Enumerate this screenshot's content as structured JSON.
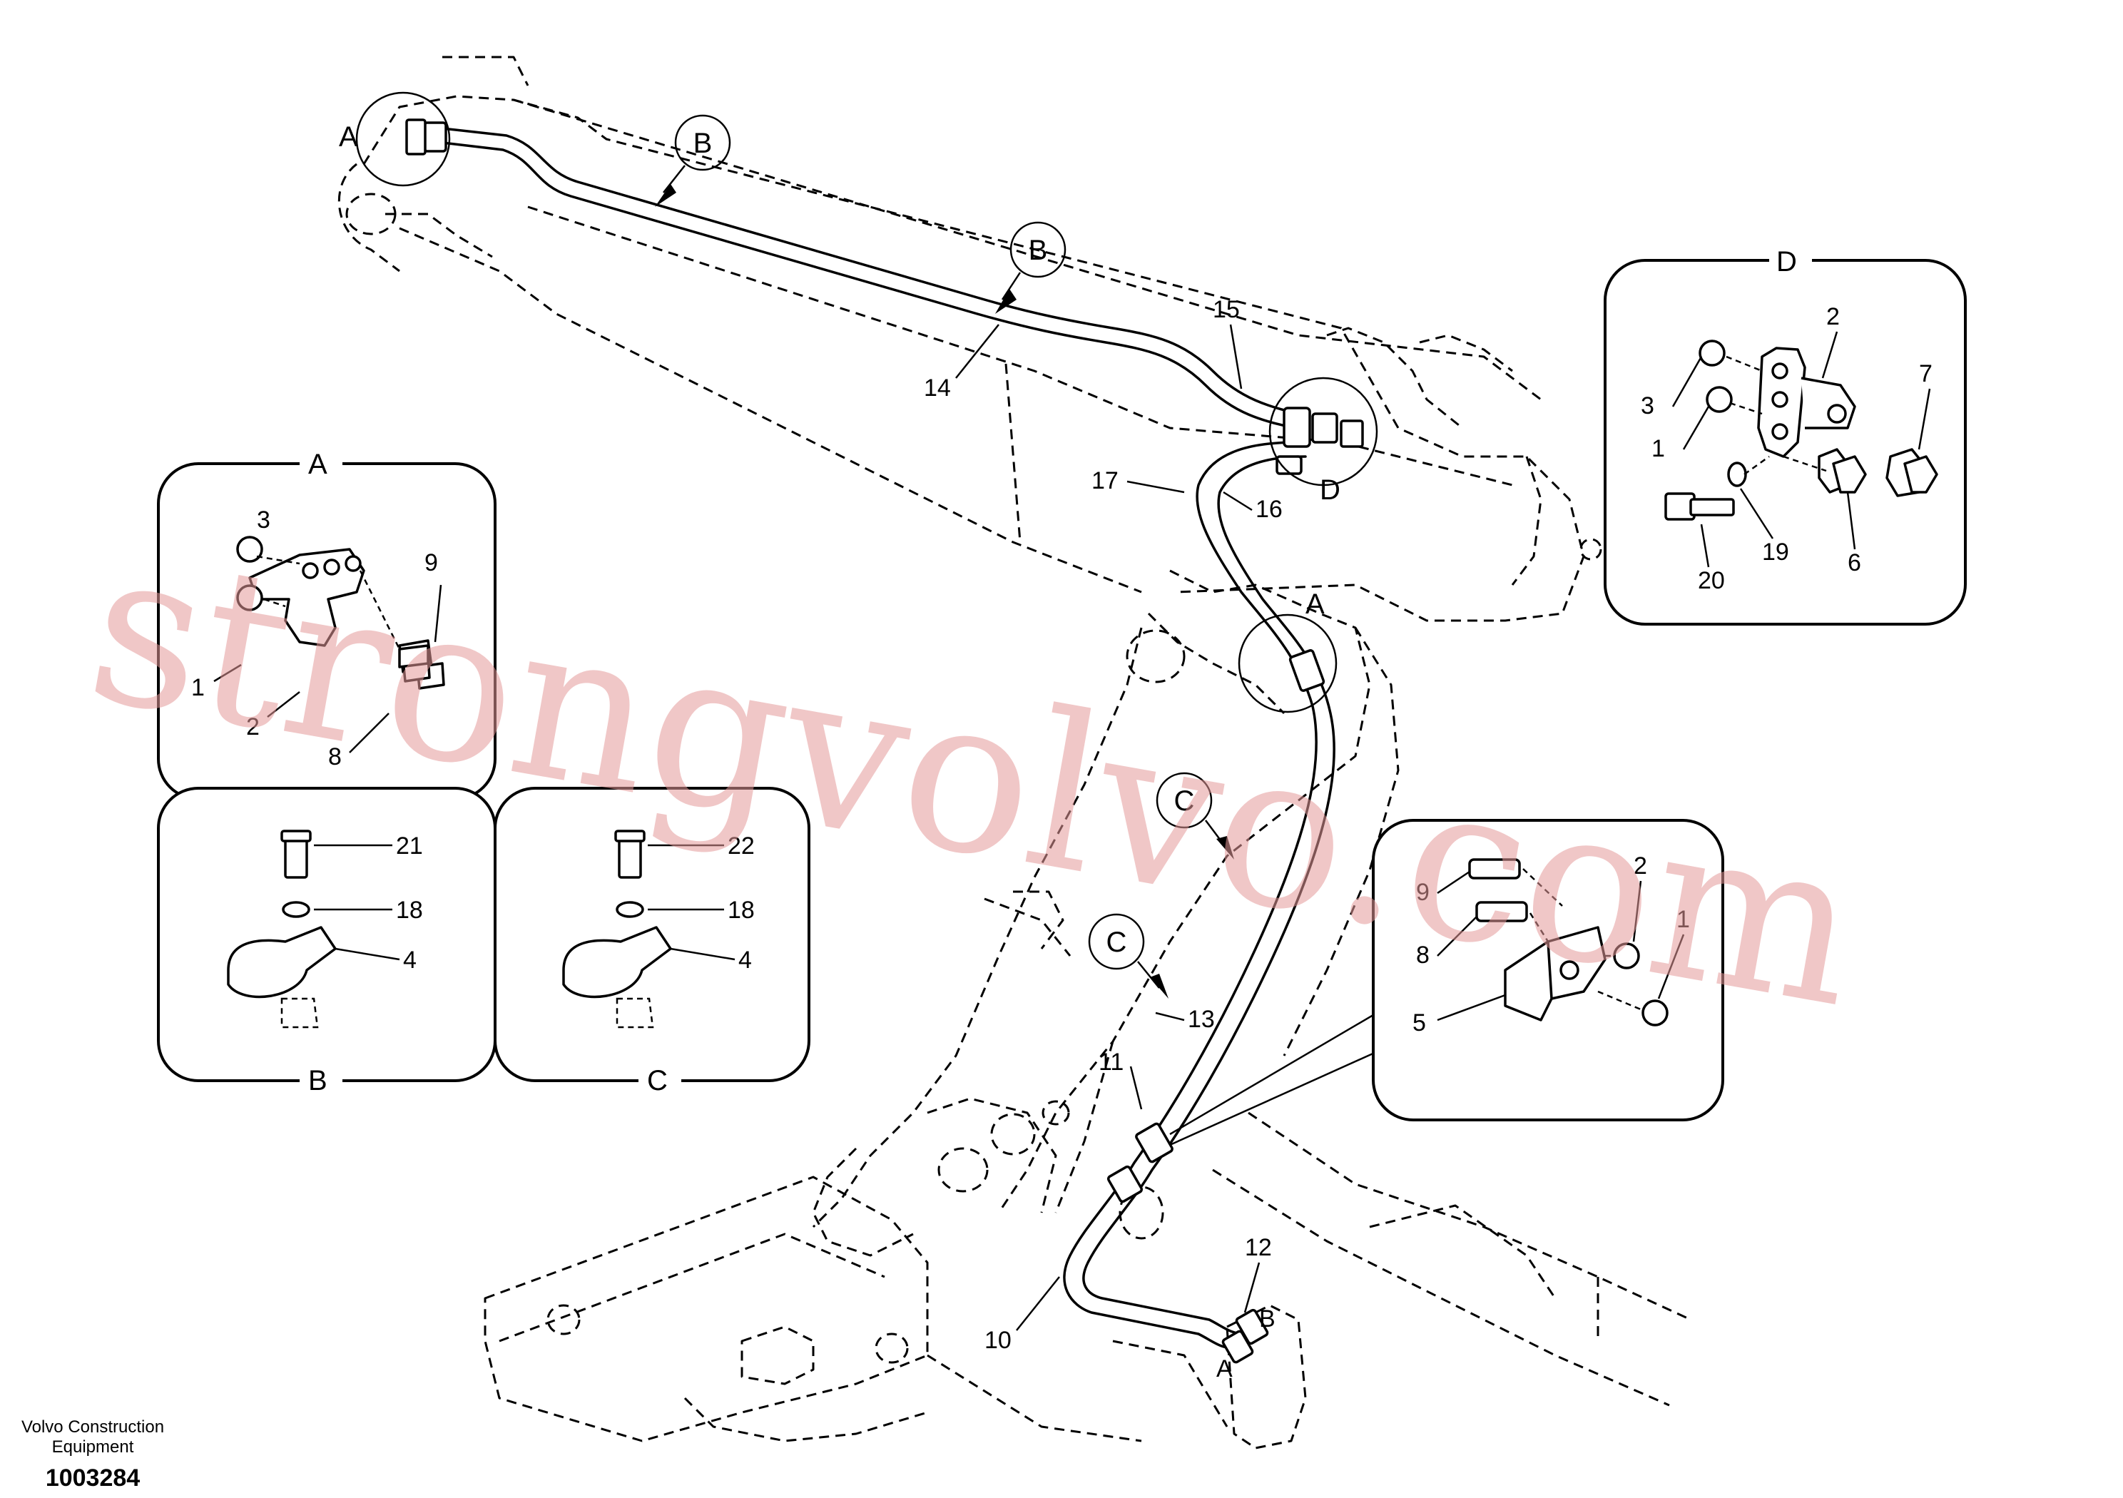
{
  "diagram": {
    "hose_labels": {
      "n10": "10",
      "n11": "11",
      "n12": "12",
      "n13": "13",
      "n14": "14",
      "n15": "15",
      "n16": "16",
      "n17": "17"
    },
    "view_markers": {
      "A": "A",
      "B": "B",
      "C": "C",
      "D": "D"
    },
    "port_labels": {
      "a": "A",
      "b": "B"
    },
    "panel_A": {
      "title": "A",
      "labels": [
        "3",
        "9",
        "1",
        "2",
        "8"
      ]
    },
    "panel_B": {
      "title": "B",
      "labels": [
        "21",
        "18",
        "4"
      ]
    },
    "panel_C": {
      "title": "C",
      "labels": [
        "22",
        "18",
        "4"
      ]
    },
    "panel_D": {
      "title": "D",
      "labels": [
        "2",
        "3",
        "7",
        "1",
        "20",
        "19",
        "6"
      ]
    },
    "panel_E": {
      "labels": [
        "9",
        "2",
        "8",
        "1",
        "5"
      ]
    }
  },
  "watermark": "strongvolvo.com",
  "footer": {
    "company_line1": "Volvo Construction",
    "company_line2": "Equipment",
    "drawing_number": "1003284"
  }
}
